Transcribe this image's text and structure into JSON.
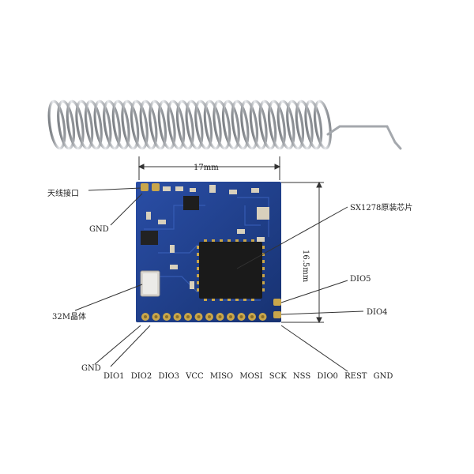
{
  "labels": {
    "width_dim": "17mm",
    "height_dim": "16.5mm",
    "antenna_port": "天线接口",
    "gnd_top": "GND",
    "chip": "SX1278原装芯片",
    "crystal": "32M晶体",
    "dio5": "DIO5",
    "dio4": "DIO4",
    "gnd_left": "GND"
  },
  "pin_labels": [
    "DIO1",
    "DIO2",
    "DIO3",
    "VCC",
    "MISO",
    "MOSI",
    "SCK",
    "NSS",
    "DIO0",
    "REST",
    "GND"
  ],
  "colors": {
    "pcb": "#1f3f8e",
    "pcb_dark": "#173271",
    "gold": "#c9a64a",
    "chip": "#1a1a1a",
    "spring": "#b9bcc0"
  }
}
